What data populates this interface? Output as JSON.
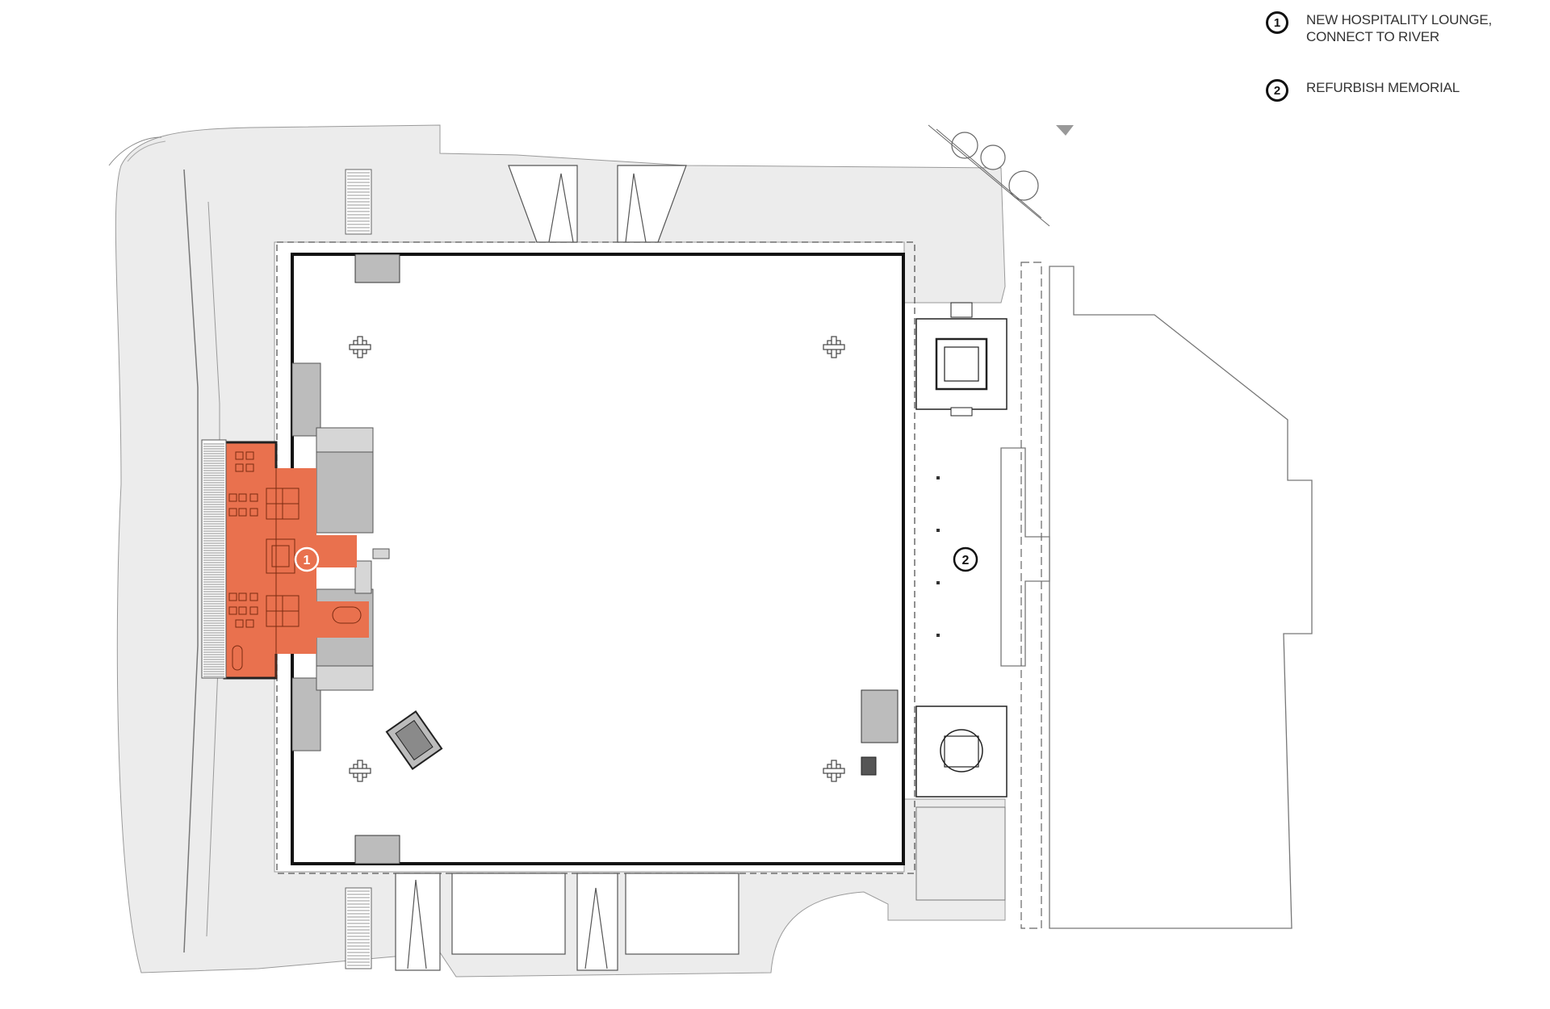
{
  "legend": {
    "items": [
      {
        "number": "1",
        "label": "NEW HOSPITALITY LOUNGE, CONNECT TO RIVER"
      },
      {
        "number": "2",
        "label": "REFURBISH MEMORIAL"
      }
    ]
  },
  "markers": [
    {
      "number": "1"
    },
    {
      "number": "2"
    }
  ],
  "colors": {
    "highlight": "#e9714e",
    "paving": "#ececec",
    "core": "#bcbcbc",
    "line": "#111111"
  }
}
